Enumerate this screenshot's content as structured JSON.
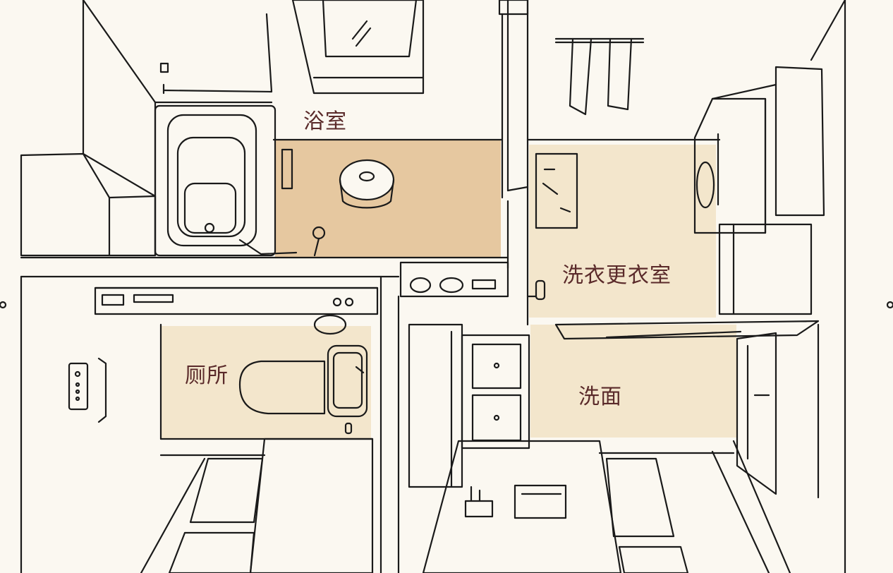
{
  "rooms": {
    "bathroom": {
      "label": "浴室"
    },
    "laundry_dressing": {
      "label": "洗衣更衣室"
    },
    "toilet": {
      "label": "厕所"
    },
    "washroom": {
      "label": "洗面"
    }
  },
  "colors": {
    "line": "#1a1a1a",
    "paper": "#fbf8f1",
    "bathroom_floor": "#e6c8a0",
    "beige_floor": "#f3e6cc",
    "label_text": "#5a2a2a"
  }
}
